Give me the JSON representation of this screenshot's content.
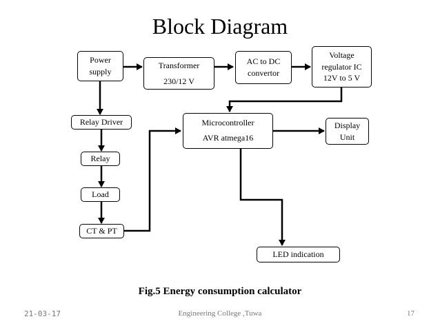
{
  "title": "Block Diagram",
  "blocks": {
    "power_supply": [
      "Power",
      "supply"
    ],
    "transformer": [
      "Transformer",
      "230/12 V"
    ],
    "ac_dc": [
      "AC to DC",
      "convertor"
    ],
    "voltage_regulator": [
      "Voltage",
      "regulator IC",
      "12V to 5 V"
    ],
    "relay_driver": [
      "Relay Driver"
    ],
    "microcontroller": [
      "Microcontroller",
      "AVR atmega16"
    ],
    "display_unit": [
      "Display",
      "Unit"
    ],
    "relay": [
      "Relay"
    ],
    "load": [
      "Load"
    ],
    "ct_pt": [
      "CT & PT"
    ],
    "led_indication": [
      "LED indication"
    ]
  },
  "caption": "Fig.5 Energy consumption calculator",
  "footer": {
    "date": "21-03-17",
    "college": "Engineering College ,Tuwa",
    "page": "17"
  }
}
